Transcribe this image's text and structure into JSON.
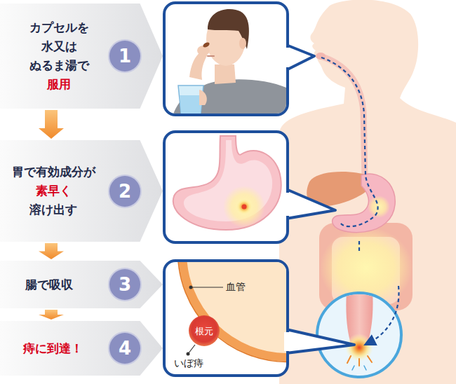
{
  "diagram": {
    "nodes": [
      {
        "text": [
          "カプセルを 水又は ぬるま湯で",
          "服用"
        ]
      },
      {
        "text": [
          "1"
        ],
        "in": 0
      },
      {
        "text": [
          "胃で有効成分が",
          "素早く",
          "溶け出す"
        ]
      },
      {
        "text": [
          "2"
        ],
        "in": 2
      },
      {
        "text": [
          "腸で吸収"
        ]
      },
      {
        "text": [
          "3"
        ],
        "in": 4
      },
      {
        "text": [
          "痔に到達！"
        ]
      },
      {
        "text": [
          "4"
        ],
        "in": 6
      },
      {
        "text": [
          "根元"
        ]
      }
    ],
    "edges": [
      {
        "from": 0,
        "to": 2,
        "arrow": "to"
      },
      {
        "from": 2,
        "to": 4,
        "arrow": "to"
      },
      {
        "from": 4,
        "to": 6,
        "arrow": "to"
      }
    ],
    "labels": [
      "血管",
      "いぼ痔"
    ]
  }
}
